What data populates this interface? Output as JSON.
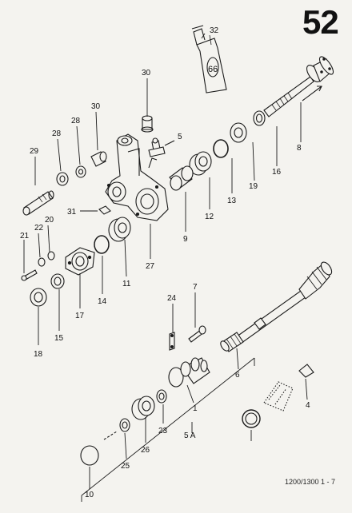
{
  "page_number": "52",
  "footer_code": "1200/1300   1 - 7",
  "tube_label": "66",
  "ink_color": "#1a1a1a",
  "paper_color": "#f4f3ef",
  "callouts": [
    {
      "id": "c32",
      "text": "32"
    },
    {
      "id": "c30a",
      "text": "30"
    },
    {
      "id": "c30b",
      "text": "30"
    },
    {
      "id": "c28a",
      "text": "28"
    },
    {
      "id": "c28b",
      "text": "28"
    },
    {
      "id": "c29",
      "text": "29"
    },
    {
      "id": "c5",
      "text": "5"
    },
    {
      "id": "c8",
      "text": "8"
    },
    {
      "id": "c16",
      "text": "16"
    },
    {
      "id": "c19",
      "text": "19"
    },
    {
      "id": "c13",
      "text": "13"
    },
    {
      "id": "c12",
      "text": "12"
    },
    {
      "id": "c9",
      "text": "9"
    },
    {
      "id": "c27",
      "text": "27"
    },
    {
      "id": "c31",
      "text": "31"
    },
    {
      "id": "c20",
      "text": "20"
    },
    {
      "id": "c22",
      "text": "22"
    },
    {
      "id": "c21",
      "text": "21"
    },
    {
      "id": "c11",
      "text": "11"
    },
    {
      "id": "c14",
      "text": "14"
    },
    {
      "id": "c17",
      "text": "17"
    },
    {
      "id": "c15",
      "text": "15"
    },
    {
      "id": "c18",
      "text": "18"
    },
    {
      "id": "c7",
      "text": "7"
    },
    {
      "id": "c24",
      "text": "24"
    },
    {
      "id": "c6",
      "text": "6"
    },
    {
      "id": "c1",
      "text": "1"
    },
    {
      "id": "c4",
      "text": "4"
    },
    {
      "id": "c23",
      "text": "23"
    },
    {
      "id": "c5a",
      "text": "5 A"
    },
    {
      "id": "c26",
      "text": "26"
    },
    {
      "id": "c25",
      "text": "25"
    },
    {
      "id": "c10",
      "text": "10"
    }
  ]
}
